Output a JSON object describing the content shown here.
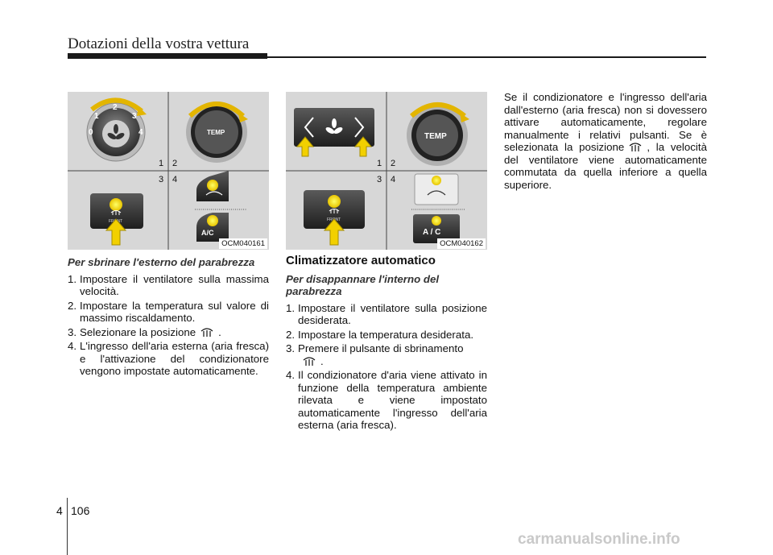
{
  "header": {
    "title": "Dotazioni della vostra vettura"
  },
  "figures": [
    {
      "code": "OCM040161",
      "labels": {
        "q1": "1",
        "q2": "2",
        "q3": "3",
        "q4": "4"
      },
      "knob_numbers": [
        "0",
        "1",
        "2",
        "3",
        "4"
      ],
      "temp": "TEMP",
      "front": "FRONT",
      "ac": "A/C"
    },
    {
      "code": "OCM040162",
      "labels": {
        "q1": "1",
        "q2": "2",
        "q3": "3",
        "q4": "4"
      },
      "temp": "TEMP",
      "front": "FRONT",
      "ac": "A / C"
    }
  ],
  "left_column": {
    "subheading": "Per sbrinare l'esterno del parabrezza",
    "steps": [
      {
        "n": "1.",
        "text": "Impostare il ventilatore sulla massima velocità."
      },
      {
        "n": "2.",
        "text": "Impostare la temperatura sul valore di massimo riscaldamento."
      },
      {
        "n": "3.",
        "text_before": "Selezionare la posizione",
        "text_after": "."
      },
      {
        "n": "4.",
        "text": "L'ingresso dell'aria esterna (aria fresca) e l'attivazione del condizionatore vengono impostate automaticamente."
      }
    ]
  },
  "middle_column": {
    "heading": "Climatizzatore automatico",
    "subheading": "Per disappannare l'interno del parabrezza",
    "steps": [
      {
        "n": "1.",
        "text": "Impostare il ventilatore sulla posizione desiderata."
      },
      {
        "n": "2.",
        "text": "Impostare la temperatura desiderata."
      },
      {
        "n": "3.",
        "text_before": "Premere il pulsante di sbrinamento",
        "text_after": "."
      },
      {
        "n": "4.",
        "text": "Il condizionatore d'aria viene attivato in funzione della temperatura ambiente rilevata e viene impostato automaticamente l'ingresso dell'aria esterna (aria fresca)."
      }
    ]
  },
  "right_column": {
    "para_before": "Se il condizionatore e l'ingresso dell'aria dall'esterno (aria fresca) non si dovessero attivare automaticamente, regolare manualmente i relativi pulsanti. Se è selezionata la posizione",
    "para_after": ", la velocità del ventilatore viene automaticamente commutata da quella inferiore a quella superiore."
  },
  "footer": {
    "section": "4",
    "page": "106",
    "watermark": "carmanualsonline.info"
  }
}
